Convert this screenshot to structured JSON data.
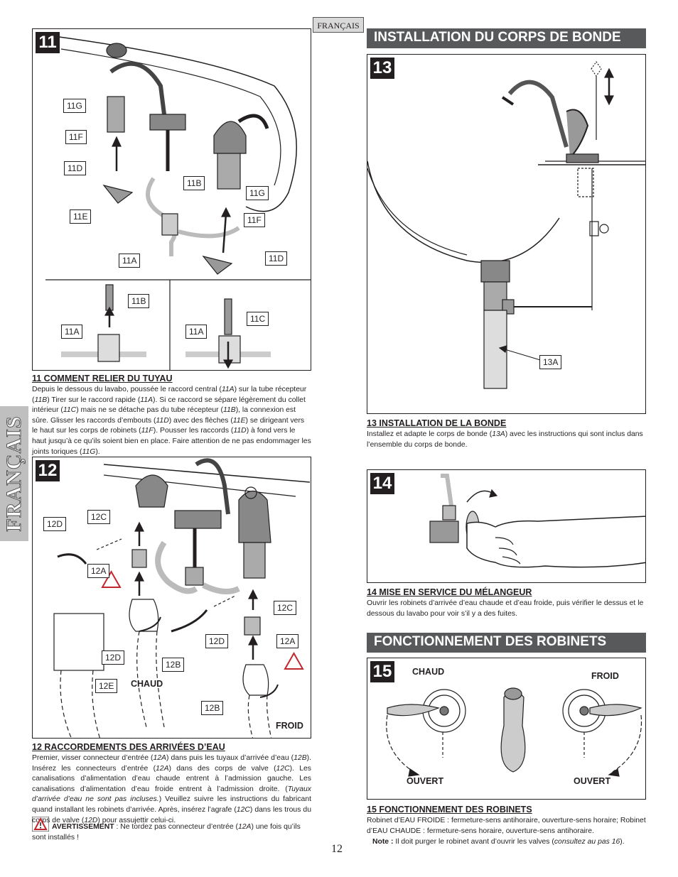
{
  "language_tag": "FRANÇAIS",
  "side_tab": "FRANÇAIS",
  "page_number": "12",
  "banners": {
    "bonde": "INSTALLATION DU CORPS DE BONDE",
    "robinets": "FONCTIONNEMENT DES ROBINETS"
  },
  "fig11": {
    "number": "11",
    "labels": [
      "11G",
      "11F",
      "11D",
      "11E",
      "11B",
      "11G",
      "11F",
      "11A",
      "11D",
      "11B",
      "11A",
      "11C",
      "11A"
    ],
    "caption": "11  COMMENT RELIER DU TUYAU",
    "text": [
      "Depuis le dessous du lavabo, poussée le raccord central (",
      "11A",
      ") sur la tube récepteur (",
      "11B",
      ")",
      "Tirer sur le raccord rapide (",
      "11A",
      "). Si ce raccord se sépare légèrement du collet intérieur (",
      "11C",
      ") mais ne se détache pas du tube récepteur (",
      "11B",
      "), la connexion est sûre.",
      "Glisser les raccords d’embouts (",
      "11D",
      ") avec des flèches (",
      "11E",
      ") se dirigeant vers le haut sur les corps de robinets (",
      "11F",
      "). Pousser les raccords (",
      "11D",
      ") à fond vers le haut jusqu’à ce qu’ils soient bien en place. Faire attention de ne pas endommager les joints toriques (",
      "11G",
      ")."
    ]
  },
  "fig12": {
    "number": "12",
    "labels": [
      "12D",
      "12C",
      "12A",
      "12C",
      "12D",
      "12A",
      "12D",
      "12B",
      "12E",
      "12B"
    ],
    "words": {
      "hot": "CHAUD",
      "cold": "FROID"
    },
    "caption": "12  RACCORDEMENTS DES ARRIVÉES D’EAU",
    "text": [
      "Premier, visser connecteur d’entrée (",
      "12A",
      ") dans puis les tuyaux d’arrivée d’eau (",
      "12B",
      "). Insérez les connecteurs d’entrée (",
      "12A",
      ") dans des corps de valve (",
      "12C",
      "). Les canalisations d’alimentation d’eau chaude entrent à l’admission gauche. Les canalisations d’alimentation d’eau froide entrent à l’admission droite. (",
      "Tuyaux d’arrivée d’eau ne sont pas incluses.",
      ") Veuillez suivre les instructions du fabricant quand installant les robinets d’arrivée. Après, insérez l’agrafe (",
      "12C",
      ") dans les trous du corps de valve (",
      "12D",
      ") pour assujettir celui-ci."
    ],
    "warning_label": "AVERTISSEMENT",
    "warning_text": [
      " : Ne tordez pas connecteur d’entrée (",
      "12A",
      ") une fois qu’ils sont installés !"
    ]
  },
  "fig13": {
    "number": "13",
    "label": "13A",
    "caption": "13  INSTALLATION DE LA BONDE",
    "text": [
      "Installez et adapte le corps de bonde (",
      "13A",
      ") avec les instructions qui sont inclus dans l’ensemble du corps de bonde."
    ]
  },
  "fig14": {
    "number": "14",
    "caption": "14  MISE EN SERVICE DU MÉLANGEUR",
    "text": "Ouvrir les robinets d’arrivée d’eau chaude et d’eau froide, puis vérifier le dessus et le dessous du lavabo pour voir s’il y a des fuites."
  },
  "fig15": {
    "number": "15",
    "words": {
      "hot": "CHAUD",
      "cold": "FROID",
      "open_left": "OUVERT",
      "open_right": "OUVERT"
    },
    "caption": "15  FONCTIONNEMENT DES ROBINETS",
    "text": "Robinet d’EAU FROIDE : fermeture-sens antihoraire, ouverture-sens horaire; Robinet d’EAU CHAUDE : fermeture-sens horaire, ouverture-sens antihoraire.",
    "note_label": "Note :",
    "note_text": [
      " Il doit purger le robinet avant d’ouvrir les valves (",
      "consultez au pas 16",
      ")."
    ]
  },
  "colors": {
    "banner": "#58595b",
    "ink": "#231f20",
    "side_tab": "#bfbfbf",
    "warning": "#c1272d"
  }
}
